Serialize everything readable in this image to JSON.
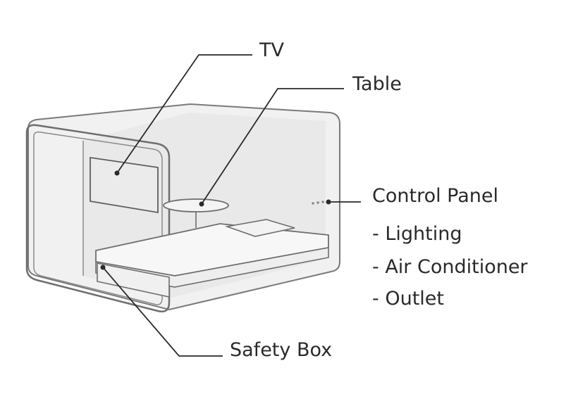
{
  "labels": {
    "tv": "TV",
    "table": "Table",
    "control_panel": "Control Panel",
    "safety_box": "Safety Box"
  },
  "features": {
    "lighting": "- Lighting",
    "air_conditioner": "- Air Conditioner",
    "outlet": "- Outlet"
  },
  "colors": {
    "line": "#2a2a2a",
    "outline": "#6e6e6e",
    "cabin_fill": "#f1f1f1"
  }
}
